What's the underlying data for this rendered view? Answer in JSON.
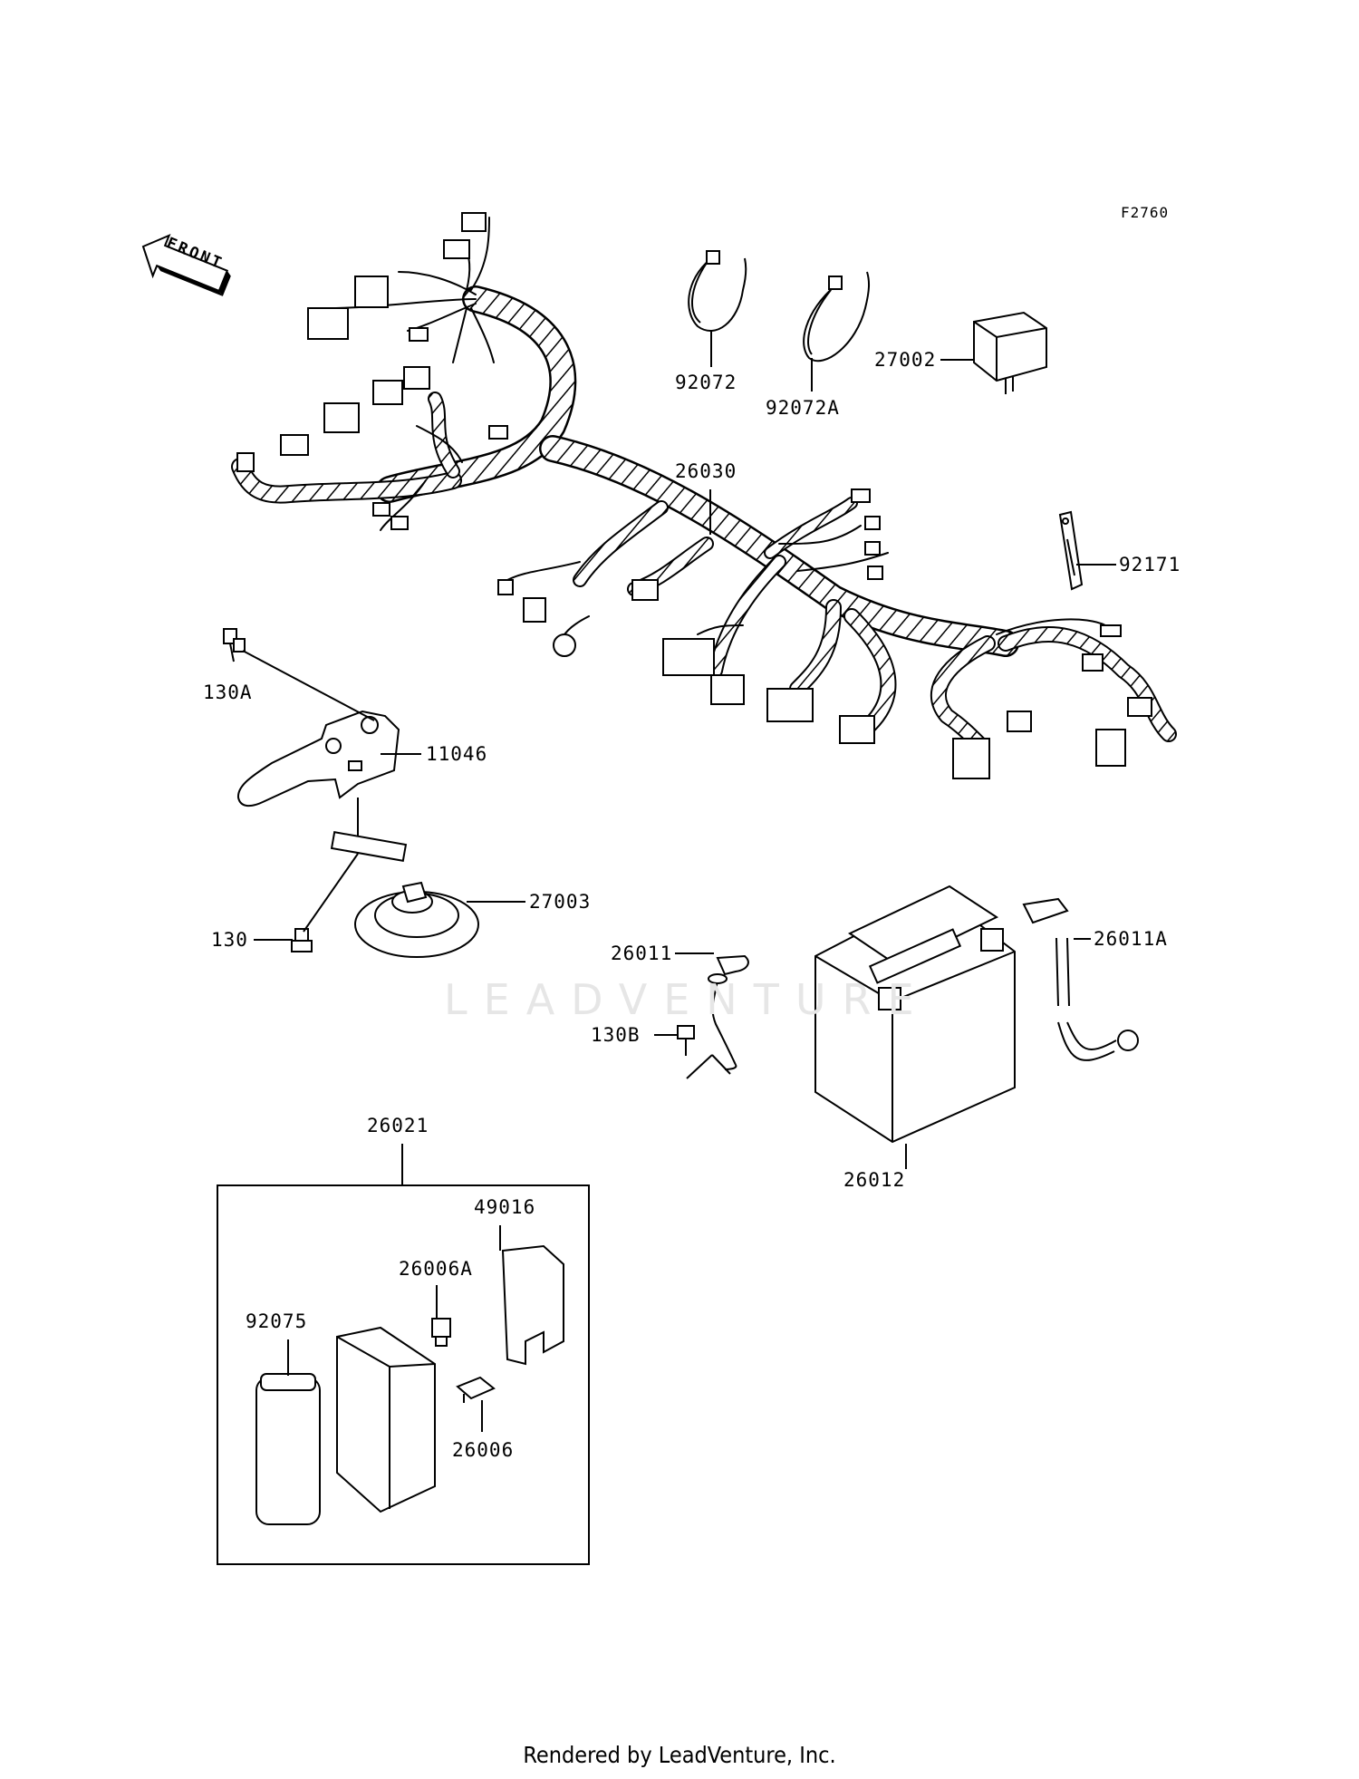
{
  "figure_code": "F2760",
  "front_label": "FRONT",
  "watermark": "LEADVENTURE",
  "parts": {
    "p26030": "26030",
    "p92072": "92072",
    "p92072A": "92072A",
    "p27002": "27002",
    "p92171": "92171",
    "p130A": "130A",
    "p11046": "11046",
    "p27003": "27003",
    "p130": "130",
    "p26011": "26011",
    "p130B": "130B",
    "p26011A": "26011A",
    "p26012": "26012",
    "p26021": "26021",
    "p49016": "49016",
    "p26006A": "26006A",
    "p92075": "92075",
    "p26006": "26006"
  },
  "footer": "Rendered by LeadVenture, Inc."
}
